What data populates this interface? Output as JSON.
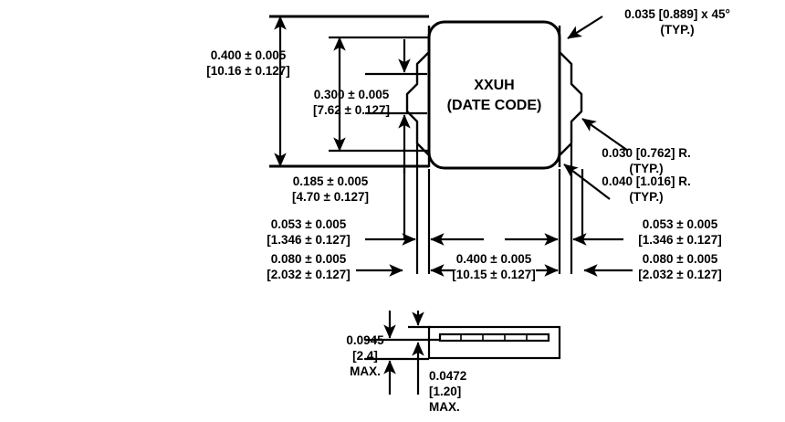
{
  "drawing": {
    "title": "Package mechanical outline drawing",
    "body_marking": {
      "line1": "XXUH",
      "line2": "(DATE CODE)"
    },
    "dimensions": {
      "overall_height": {
        "inch": "0.400 ± 0.005",
        "mm": "[10.16 ± 0.127]"
      },
      "inner_height": {
        "inch": "0.300 ± 0.005",
        "mm": "[7.62 ± 0.127]"
      },
      "lead_span_height": {
        "inch": "0.185 ± 0.005",
        "mm": "[4.70 ± 0.127]"
      },
      "left_lead_width": {
        "inch": "0.053 ± 0.005",
        "mm": "[1.346 ± 0.127]"
      },
      "left_lead_offset": {
        "inch": "0.080 ± 0.005",
        "mm": "[2.032 ± 0.127]"
      },
      "overall_width": {
        "inch": "0.400 ± 0.005",
        "mm": "[10.15 ± 0.127]"
      },
      "right_lead_width": {
        "inch": "0.053 ± 0.005",
        "mm": "[1.346 ± 0.127]"
      },
      "right_lead_offset": {
        "inch": "0.080 ± 0.005",
        "mm": "[2.032 ± 0.127]"
      }
    },
    "notes": {
      "chamfer": {
        "line1": "0.035 [0.889] x 45°",
        "line2": "(TYP.)"
      },
      "radius_small": {
        "line1": "0.030 [0.762] R.",
        "line2": "(TYP.)"
      },
      "radius_large": {
        "line1": "0.040 [1.016] R.",
        "line2": "(TYP.)"
      }
    },
    "side_view": {
      "total_thickness": {
        "line1": "0.0945",
        "line2": "[2.4]",
        "line3": "MAX."
      },
      "standoff_thickness": {
        "line1": "0.0472",
        "line2": "[1.20]",
        "line3": "MAX."
      }
    },
    "colors": {
      "line": "#000000",
      "background": "#ffffff"
    }
  }
}
